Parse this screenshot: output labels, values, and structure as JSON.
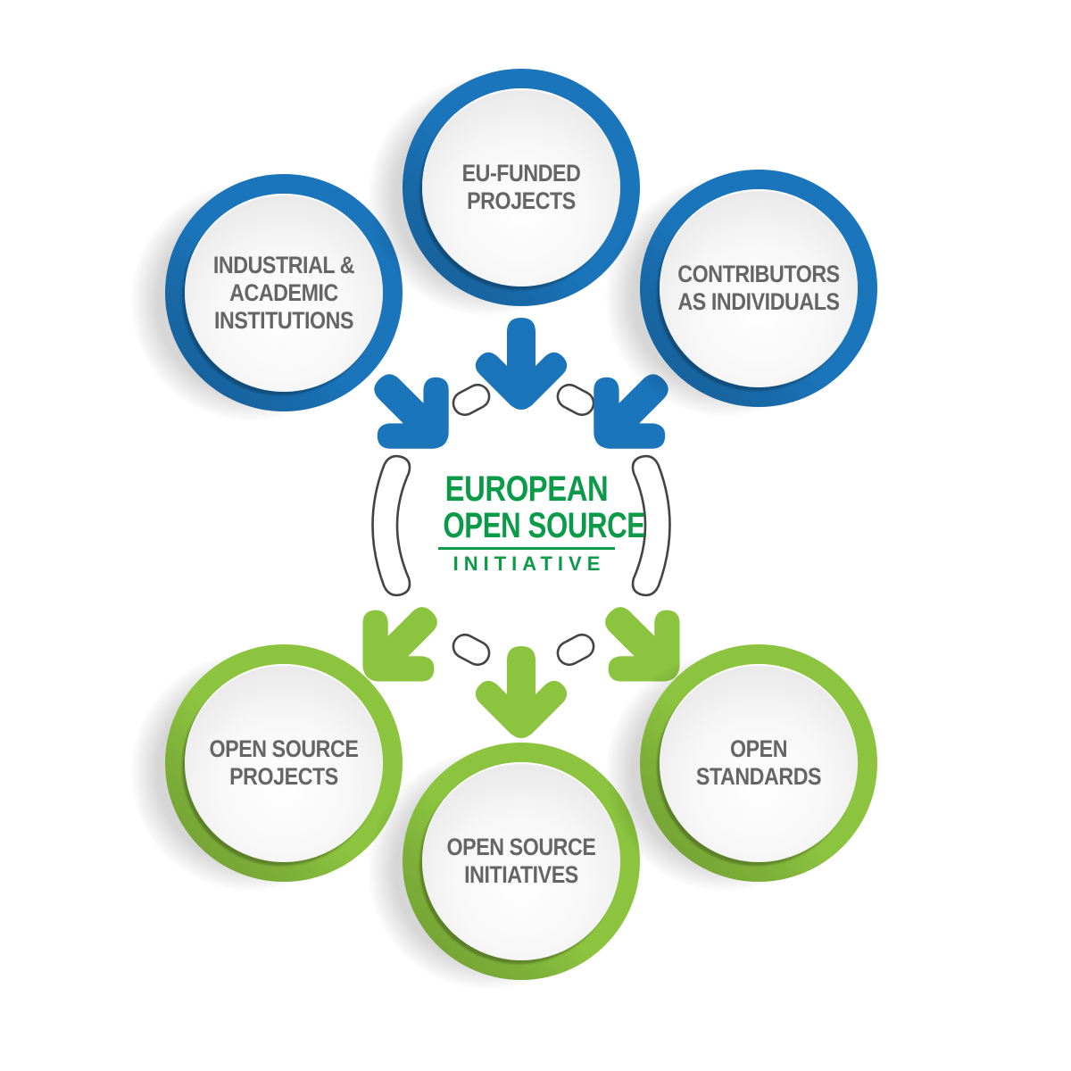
{
  "diagram": {
    "title": "European Open Source Initiative - inputs and outputs",
    "colors": {
      "input_ring": "#1b75bb",
      "output_ring": "#8cc43f",
      "logo_green": "#0a9a48",
      "label_text": "#656565",
      "connector_outline": "#444444"
    },
    "center_logo": {
      "line1": "EUROPEAN",
      "line2": "OPEN SOURCE",
      "line3": "INITIATIVE"
    },
    "inputs": [
      {
        "id": "industrial-academic",
        "lines": [
          "INDUSTRIAL &",
          "ACADEMIC",
          "INSTITUTIONS"
        ],
        "position": "top-left"
      },
      {
        "id": "eu-funded",
        "lines": [
          "EU-FUNDED",
          "PROJECTS"
        ],
        "position": "top"
      },
      {
        "id": "contributors",
        "lines": [
          "CONTRIBUTORS",
          "AS INDIVIDUALS"
        ],
        "position": "top-right"
      }
    ],
    "outputs": [
      {
        "id": "os-projects",
        "lines": [
          "OPEN SOURCE",
          "PROJECTS"
        ],
        "position": "bottom-left"
      },
      {
        "id": "os-initiatives",
        "lines": [
          "OPEN SOURCE",
          "INITIATIVES"
        ],
        "position": "bottom"
      },
      {
        "id": "open-standards",
        "lines": [
          "OPEN",
          "STANDARDS"
        ],
        "position": "bottom-right"
      }
    ],
    "flow": {
      "inputs_direction": "into-center",
      "outputs_direction": "out-of-center"
    }
  }
}
